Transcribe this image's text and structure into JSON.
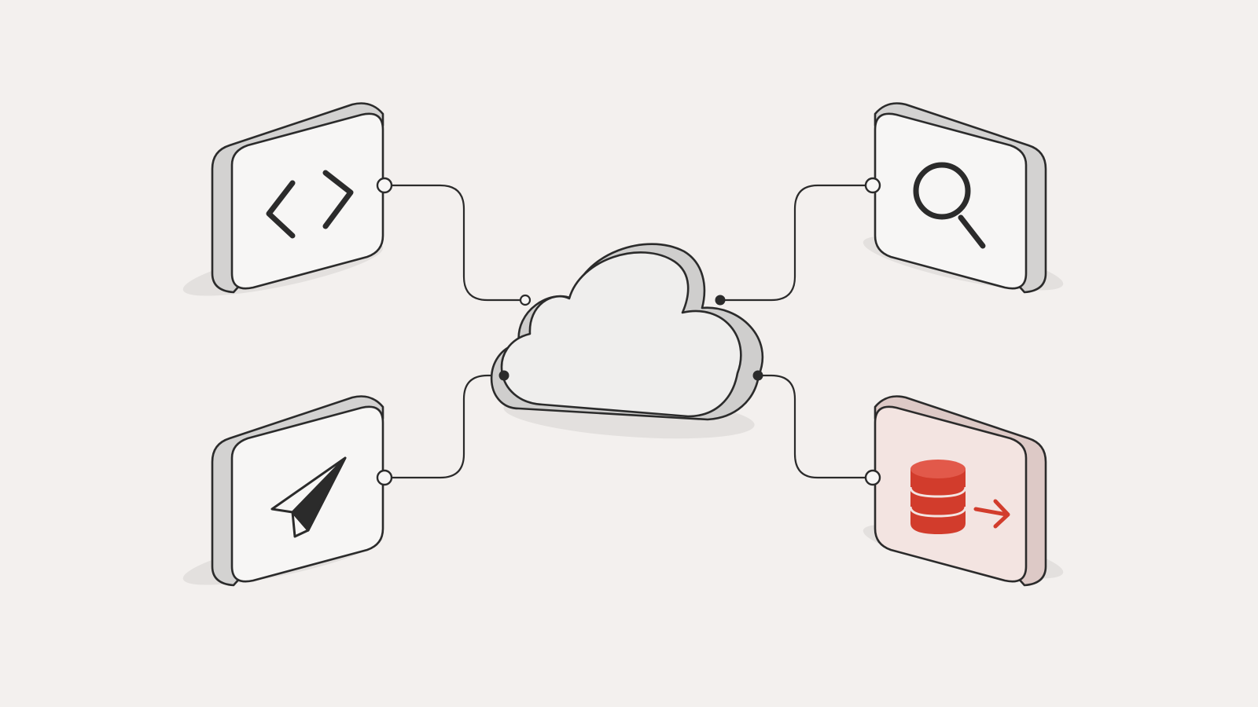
{
  "colors": {
    "background": "#f3f0ee",
    "outline": "#2b2b2b",
    "panel_face": "#f7f6f5",
    "panel_side": "#d3d2d1",
    "panel_top": "#e7e6e5",
    "highlight_face": "#f3e4e1",
    "highlight_side": "#ddc9c6",
    "accent": "#d23c2c",
    "cloud_face": "#efeeed",
    "cloud_side": "#cfcecd"
  },
  "diagram": {
    "hub": {
      "icon": "cloud-icon"
    },
    "nodes": [
      {
        "id": "code",
        "icon": "code-brackets-icon",
        "highlighted": false
      },
      {
        "id": "search",
        "icon": "magnifier-icon",
        "highlighted": false
      },
      {
        "id": "send",
        "icon": "paper-plane-icon",
        "highlighted": false
      },
      {
        "id": "data-export",
        "icon": "database-export-icon",
        "highlighted": true
      }
    ],
    "connections": [
      {
        "from": "code",
        "to": "hub"
      },
      {
        "from": "search",
        "to": "hub"
      },
      {
        "from": "send",
        "to": "hub"
      },
      {
        "from": "data-export",
        "to": "hub"
      }
    ]
  }
}
